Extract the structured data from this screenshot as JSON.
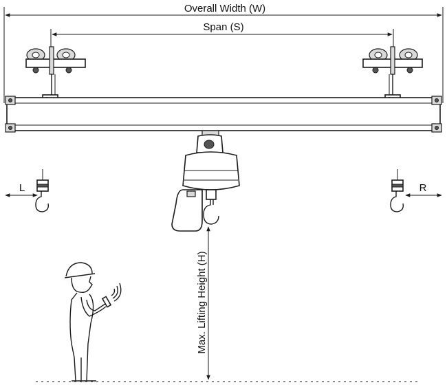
{
  "labels": {
    "overall_width": "Overall Width (W)",
    "span": "Span (S)",
    "left_approach": "L",
    "right_approach": "R",
    "max_lifting_height": "Max. Lifting Height  (H)"
  },
  "icons": {
    "end_trolley": "end-carriage-icon",
    "hoist": "electric-chain-hoist-icon",
    "hook": "crane-hook-icon",
    "operator": "operator-with-remote-icon",
    "wireless": "wireless-signal-icon"
  },
  "colors": {
    "line": "#1a1a1a",
    "shade": "#d9d9d9",
    "background": "#ffffff"
  }
}
